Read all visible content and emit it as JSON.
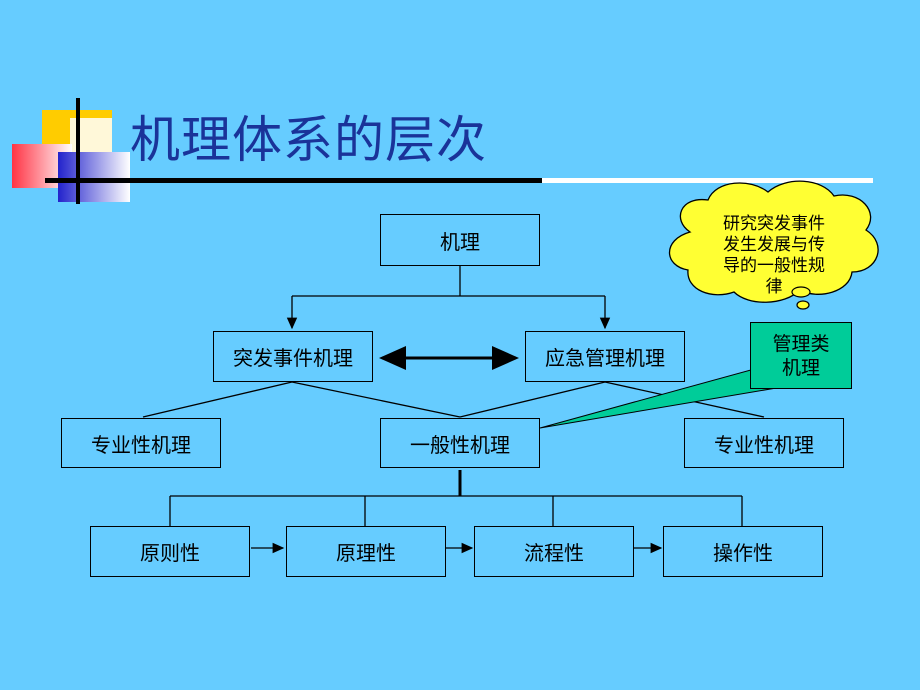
{
  "title": "机理体系的层次",
  "nodes": {
    "root": "机理",
    "emergency_event": "突发事件机理",
    "emergency_management": "应急管理机理",
    "specialized_left": "专业性机理",
    "general": "一般性机理",
    "specialized_right": "专业性机理",
    "principle": "原则性",
    "theory": "原理性",
    "process": "流程性",
    "operation": "操作性"
  },
  "callout": {
    "line1": "管理类",
    "line2": "机理"
  },
  "cloud": {
    "line1": "研究突发事件",
    "line2": "发生发展与传",
    "line3": "导的一般性规",
    "line4": "律"
  },
  "colors": {
    "background": "#66ccff",
    "title": "#1a3399",
    "callout": "#00cc99",
    "cloud": "#ffff33"
  }
}
